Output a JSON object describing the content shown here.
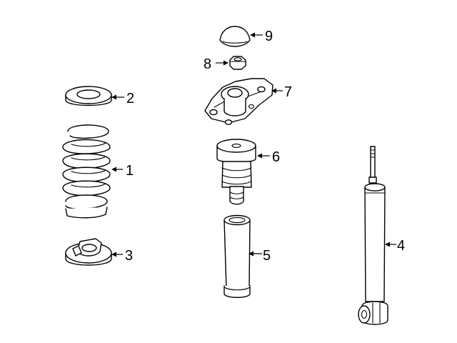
{
  "callouts": {
    "c1": "1",
    "c2": "2",
    "c3": "3",
    "c4": "4",
    "c5": "5",
    "c6": "6",
    "c7": "7",
    "c8": "8",
    "c9": "9"
  },
  "parts": [
    {
      "callout": "1",
      "icon": "coil-spring-icon"
    },
    {
      "callout": "2",
      "icon": "upper-spring-seat-icon"
    },
    {
      "callout": "3",
      "icon": "lower-spring-seat-icon"
    },
    {
      "callout": "4",
      "icon": "shock-absorber-icon"
    },
    {
      "callout": "5",
      "icon": "dust-boot-icon"
    },
    {
      "callout": "6",
      "icon": "bump-stop-icon"
    },
    {
      "callout": "7",
      "icon": "strut-mount-icon"
    },
    {
      "callout": "8",
      "icon": "nut-icon"
    },
    {
      "callout": "9",
      "icon": "dust-cap-icon"
    }
  ],
  "colors": {
    "line": "#000000",
    "background": "#ffffff"
  }
}
